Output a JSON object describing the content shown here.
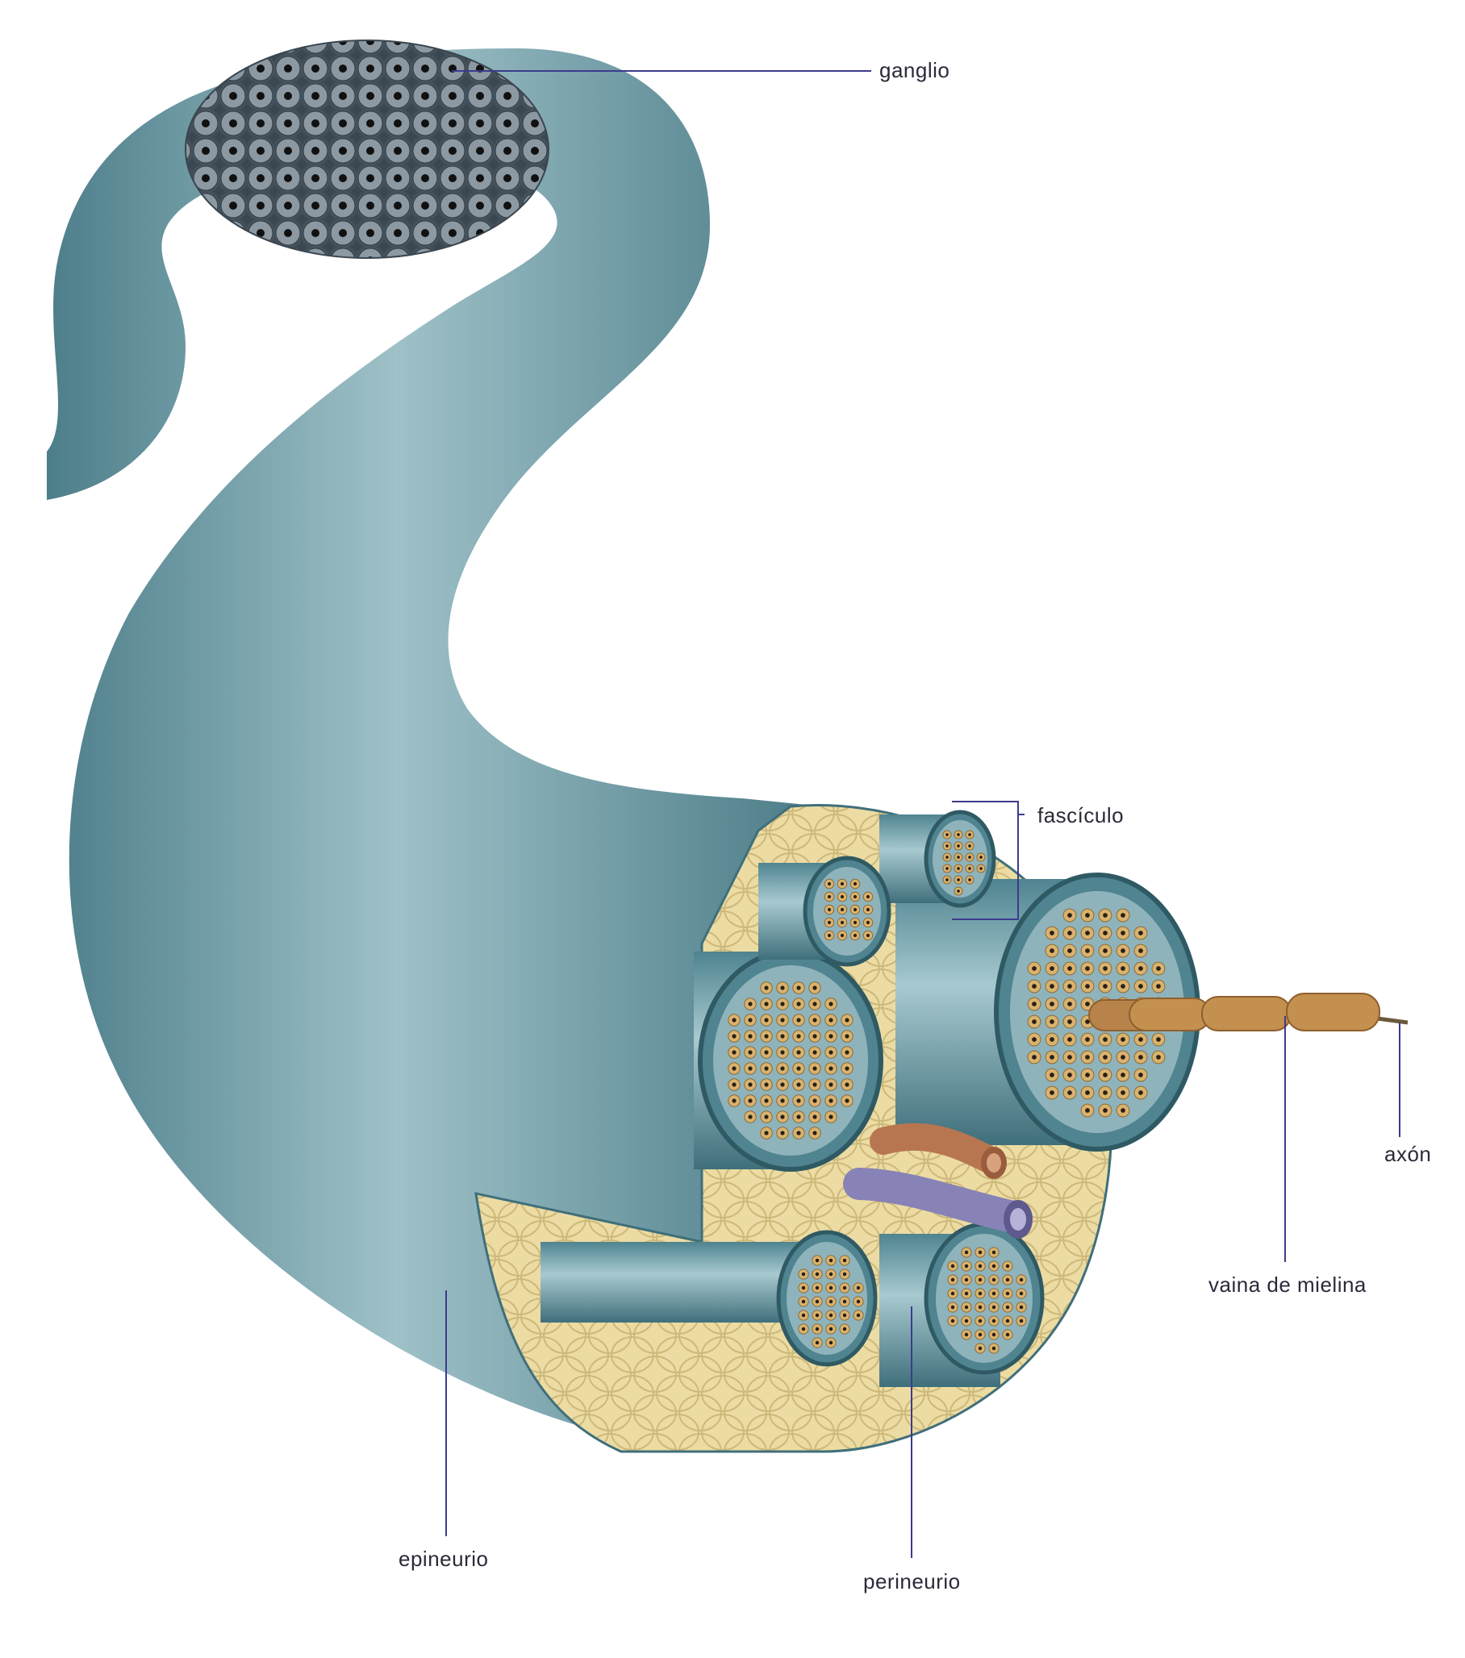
{
  "diagram": {
    "labels": {
      "ganglio": "ganglio",
      "fasciculo": "fascículo",
      "axon": "axón",
      "vaina": "vaina de mielina",
      "epineurio": "epineurio",
      "perineurio": "perineurio"
    },
    "colors": {
      "nerve": "#5f8e98",
      "nerve_light": "#a9c8cf",
      "nerve_dark": "#3c6c78",
      "fat": "#ecdca3",
      "fat_line": "#cbb97c",
      "axon_fill": "#d9b36e",
      "nucleus": "#2a1f18",
      "myelin": "#b8834a",
      "artery": "#c98a62",
      "vein": "#8a86b8",
      "ganglion": "#3e4a55",
      "leader": "#3b3b8c"
    }
  }
}
